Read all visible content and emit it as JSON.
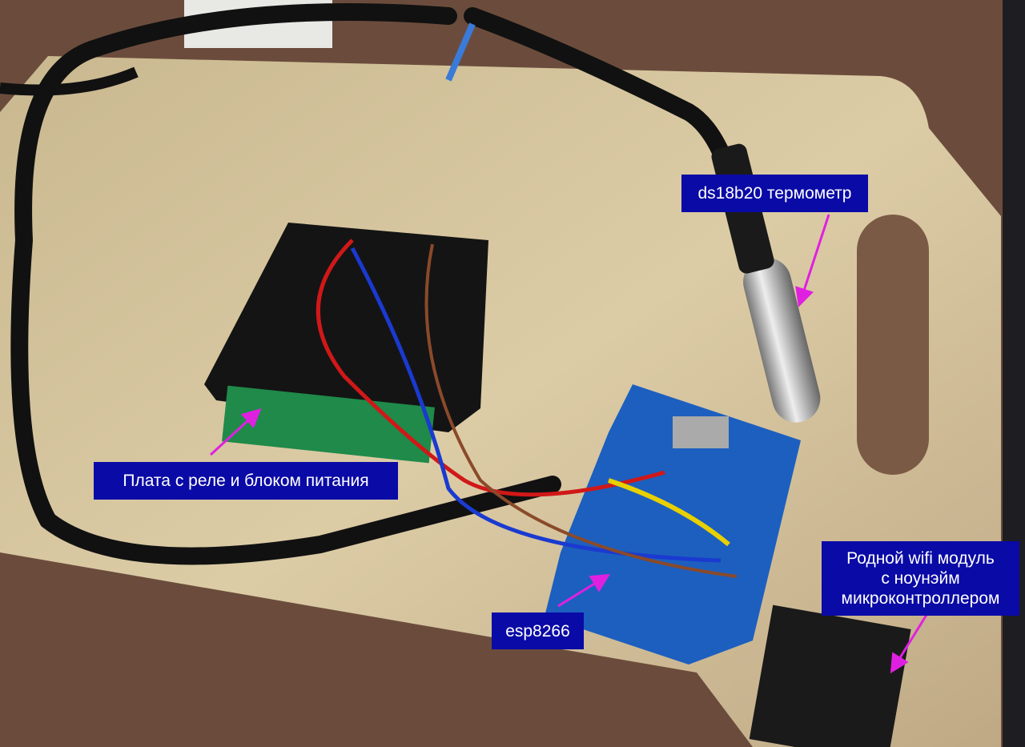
{
  "annotations": {
    "thermometer": "ds18b20 термометр",
    "relay_board": "Плата с реле и блоком питания",
    "esp": "esp8266",
    "wifi_module_line1": "Родной wifi модуль",
    "wifi_module_line2": "с ноунэйм",
    "wifi_module_line3": "микроконтроллером"
  },
  "colors": {
    "label_bg": "#0a0aa6",
    "arrow": "#e020e0",
    "wood_board": "#d6c49c",
    "table": "#6b4c3c"
  }
}
